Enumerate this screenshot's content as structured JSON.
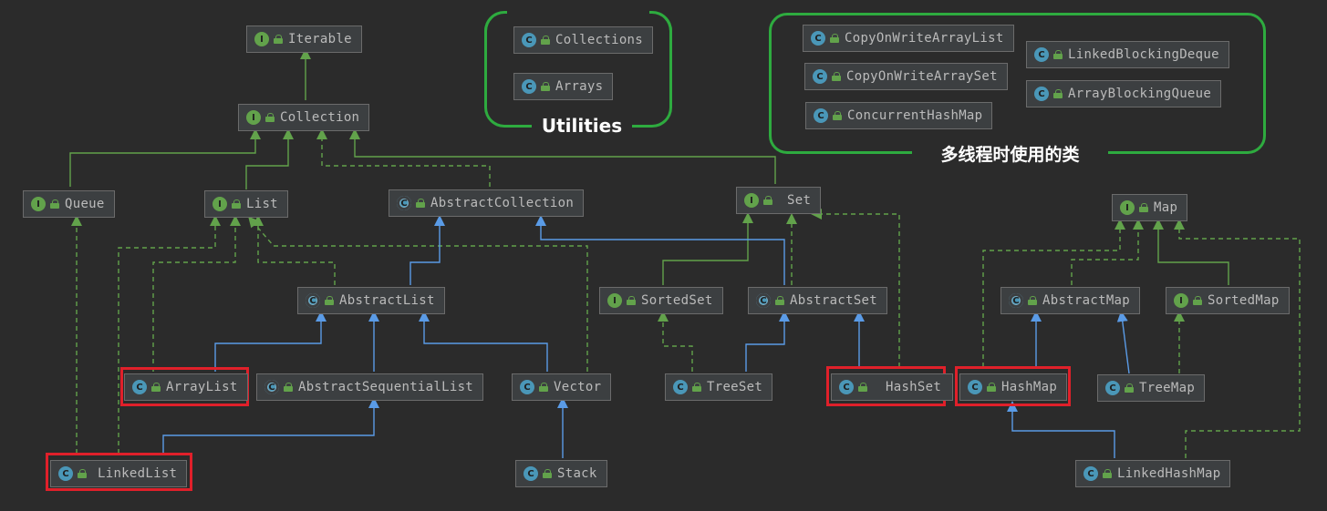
{
  "groups": {
    "utilities_title": "Utilities",
    "concurrent_title": "多线程时使用的类"
  },
  "nodes": {
    "iterable": {
      "kind": "I",
      "label": "Iterable"
    },
    "collection": {
      "kind": "I",
      "label": "Collection"
    },
    "queue": {
      "kind": "I",
      "label": "Queue"
    },
    "list": {
      "kind": "I",
      "label": "List"
    },
    "abstract_collection": {
      "kind": "A",
      "label": "AbstractCollection"
    },
    "set": {
      "kind": "I",
      "label": "Set"
    },
    "abstract_list": {
      "kind": "A",
      "label": "AbstractList"
    },
    "sorted_set": {
      "kind": "I",
      "label": "SortedSet"
    },
    "abstract_set": {
      "kind": "A",
      "label": "AbstractSet"
    },
    "array_list": {
      "kind": "C",
      "label": "ArrayList"
    },
    "abstract_sequential_list": {
      "kind": "A",
      "label": "AbstractSequentialList"
    },
    "vector": {
      "kind": "C",
      "label": "Vector"
    },
    "tree_set": {
      "kind": "C",
      "label": "TreeSet"
    },
    "hash_set": {
      "kind": "C",
      "label": "HashSet"
    },
    "linked_list": {
      "kind": "C",
      "label": "LinkedList"
    },
    "stack": {
      "kind": "C",
      "label": "Stack"
    },
    "collections": {
      "kind": "C",
      "label": "Collections"
    },
    "arrays": {
      "kind": "C",
      "label": "Arrays"
    },
    "cow_array_list": {
      "kind": "C",
      "label": "CopyOnWriteArrayList"
    },
    "cow_array_set": {
      "kind": "C",
      "label": "CopyOnWriteArraySet"
    },
    "concurrent_hash_map": {
      "kind": "C",
      "label": "ConcurrentHashMap"
    },
    "linked_blocking_deque": {
      "kind": "C",
      "label": "LinkedBlockingDeque"
    },
    "array_blocking_queue": {
      "kind": "C",
      "label": "ArrayBlockingQueue"
    },
    "map": {
      "kind": "I",
      "label": "Map"
    },
    "abstract_map": {
      "kind": "A",
      "label": "AbstractMap"
    },
    "sorted_map": {
      "kind": "I",
      "label": "SortedMap"
    },
    "hash_map": {
      "kind": "C",
      "label": "HashMap"
    },
    "tree_map": {
      "kind": "C",
      "label": "TreeMap"
    },
    "linked_hash_map": {
      "kind": "C",
      "label": "LinkedHashMap"
    }
  },
  "colors": {
    "background": "#2b2b2b",
    "interface_icon": "#62a24b",
    "class_icon": "#4a97b8",
    "extends_line": "#5a9be6",
    "implements_line": "#62a24b",
    "highlight": "#e0202a",
    "group_border": "#2eab3f"
  },
  "edges": [
    {
      "from": "collection",
      "to": "iterable",
      "type": "extends-interface"
    },
    {
      "from": "queue",
      "to": "collection",
      "type": "extends-interface"
    },
    {
      "from": "list",
      "to": "collection",
      "type": "extends-interface"
    },
    {
      "from": "abstract_collection",
      "to": "collection",
      "type": "implements"
    },
    {
      "from": "set",
      "to": "collection",
      "type": "extends-interface"
    },
    {
      "from": "abstract_list",
      "to": "abstract_collection",
      "type": "extends"
    },
    {
      "from": "abstract_list",
      "to": "list",
      "type": "implements"
    },
    {
      "from": "array_list",
      "to": "abstract_list",
      "type": "extends"
    },
    {
      "from": "array_list",
      "to": "list",
      "type": "implements"
    },
    {
      "from": "abstract_sequential_list",
      "to": "abstract_list",
      "type": "extends"
    },
    {
      "from": "vector",
      "to": "abstract_list",
      "type": "extends"
    },
    {
      "from": "vector",
      "to": "list",
      "type": "implements"
    },
    {
      "from": "stack",
      "to": "vector",
      "type": "extends"
    },
    {
      "from": "linked_list",
      "to": "abstract_sequential_list",
      "type": "extends"
    },
    {
      "from": "linked_list",
      "to": "list",
      "type": "implements"
    },
    {
      "from": "linked_list",
      "to": "queue",
      "type": "implements"
    },
    {
      "from": "sorted_set",
      "to": "set",
      "type": "extends-interface"
    },
    {
      "from": "abstract_set",
      "to": "abstract_collection",
      "type": "extends"
    },
    {
      "from": "abstract_set",
      "to": "set",
      "type": "implements"
    },
    {
      "from": "tree_set",
      "to": "abstract_set",
      "type": "extends"
    },
    {
      "from": "tree_set",
      "to": "sorted_set",
      "type": "implements"
    },
    {
      "from": "hash_set",
      "to": "abstract_set",
      "type": "extends"
    },
    {
      "from": "hash_set",
      "to": "set",
      "type": "implements"
    },
    {
      "from": "abstract_map",
      "to": "map",
      "type": "implements"
    },
    {
      "from": "sorted_map",
      "to": "map",
      "type": "extends-interface"
    },
    {
      "from": "hash_map",
      "to": "abstract_map",
      "type": "extends"
    },
    {
      "from": "hash_map",
      "to": "map",
      "type": "implements"
    },
    {
      "from": "tree_map",
      "to": "abstract_map",
      "type": "extends"
    },
    {
      "from": "tree_map",
      "to": "sorted_map",
      "type": "implements"
    },
    {
      "from": "linked_hash_map",
      "to": "hash_map",
      "type": "extends"
    },
    {
      "from": "linked_hash_map",
      "to": "map",
      "type": "implements"
    }
  ],
  "highlighted": [
    "array_list",
    "linked_list",
    "hash_set",
    "hash_map"
  ]
}
